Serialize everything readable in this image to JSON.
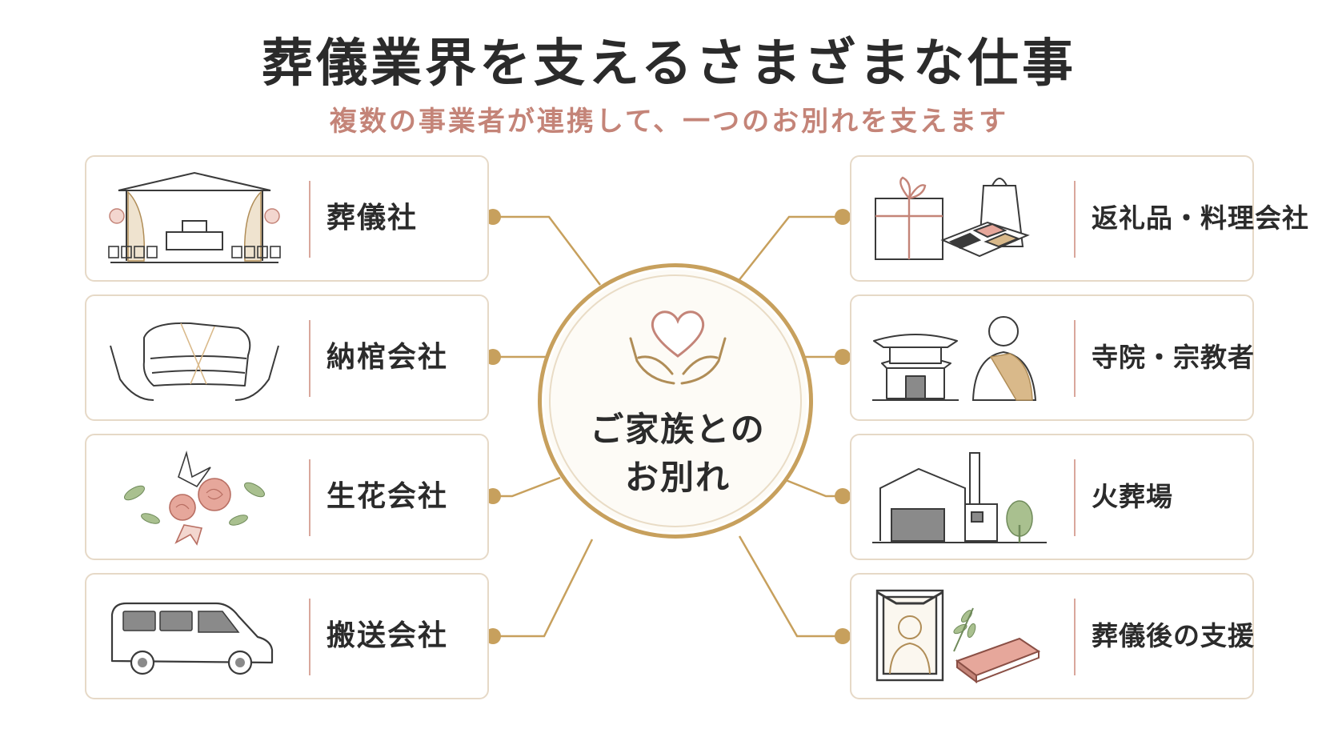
{
  "header": {
    "title": "葬儀業界を支えるさまざまな仕事",
    "subtitle": "複数の事業者が連携して、一つのお別れを支えます"
  },
  "center": {
    "line1": "ご家族との",
    "line2": "お別れ",
    "icon": "heart-in-hands-icon"
  },
  "left_cards": [
    {
      "label": "葬儀社",
      "icon": "funeral-hall-icon"
    },
    {
      "label": "納棺会社",
      "icon": "shroud-in-hands-icon"
    },
    {
      "label": "生花会社",
      "icon": "flower-bouquet-icon"
    },
    {
      "label": "搬送会社",
      "icon": "van-icon"
    }
  ],
  "right_cards": [
    {
      "label": "返礼品・料理会社",
      "icon": "gift-and-bento-icon"
    },
    {
      "label": "寺院・宗教者",
      "icon": "temple-and-monk-icon"
    },
    {
      "label": "火葬場",
      "icon": "crematorium-icon"
    },
    {
      "label": "葬儀後の支援",
      "icon": "memorial-portrait-icon"
    }
  ],
  "colors": {
    "accent_gold": "#c7a05d",
    "accent_rose": "#c48478",
    "text": "#2b2b2b",
    "card_border": "#e6d9c7"
  }
}
